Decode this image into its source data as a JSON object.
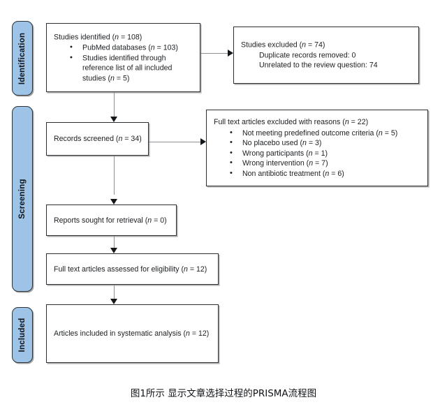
{
  "diagram": {
    "title_caption": "图1所示  显示文章选择过程的PRISMA流程图",
    "accent_pill_color": "#9dc3e6",
    "box_border_color": "#2b2f33",
    "connector_color": "#8d9094",
    "phases": [
      {
        "id": "identification",
        "label": "Identification"
      },
      {
        "id": "screening",
        "label": "Screening"
      },
      {
        "id": "included",
        "label": "Included"
      }
    ],
    "boxes": {
      "identified": {
        "lead": "Studies identified (n = 108)",
        "lead_text": "Studies identified (",
        "lead_n": "n",
        "lead_tail": " = 108)",
        "bullets": [
          {
            "text": "PubMed databases (",
            "n": "n",
            "tail": " = 103)"
          },
          {
            "text": "Studies identified through reference list of all included studies (",
            "n": "n",
            "tail": " = 5)"
          }
        ]
      },
      "excluded_initial": {
        "lead_text": "Studies excluded (",
        "lead_n": "n",
        "lead_tail": " = 74)",
        "lines": [
          "Duplicate records removed: 0",
          "Unrelated to the review question: 74"
        ]
      },
      "records_screened": {
        "text": "Records screened (",
        "n": "n",
        "tail": " = 34)"
      },
      "fulltext_excluded": {
        "lead_text": "Full text articles excluded with reasons (",
        "lead_n": "n",
        "lead_tail": " = 22)",
        "bullets": [
          {
            "text": "Not meeting predefined outcome criteria (",
            "n": "n",
            "tail": " = 5)"
          },
          {
            "text": "No placebo used (",
            "n": "n",
            "tail": " = 3)"
          },
          {
            "text": "Wrong participants (",
            "n": "n",
            "tail": " = 1)"
          },
          {
            "text": "Wrong intervention (",
            "n": "n",
            "tail": " = 7)"
          },
          {
            "text": "Non antibiotic treatment (",
            "n": "n",
            "tail": " = 6)"
          }
        ]
      },
      "reports_sought": {
        "text": "Reports sought for retrieval (",
        "n": "n",
        "tail": " = 0)"
      },
      "fulltext_assessed": {
        "text": "Full text articles assessed for eligibility (",
        "n": "n",
        "tail": " = 12)"
      },
      "included_final": {
        "text": "Articles included in systematic analysis (",
        "n": "n",
        "tail": " = 12)"
      }
    }
  }
}
